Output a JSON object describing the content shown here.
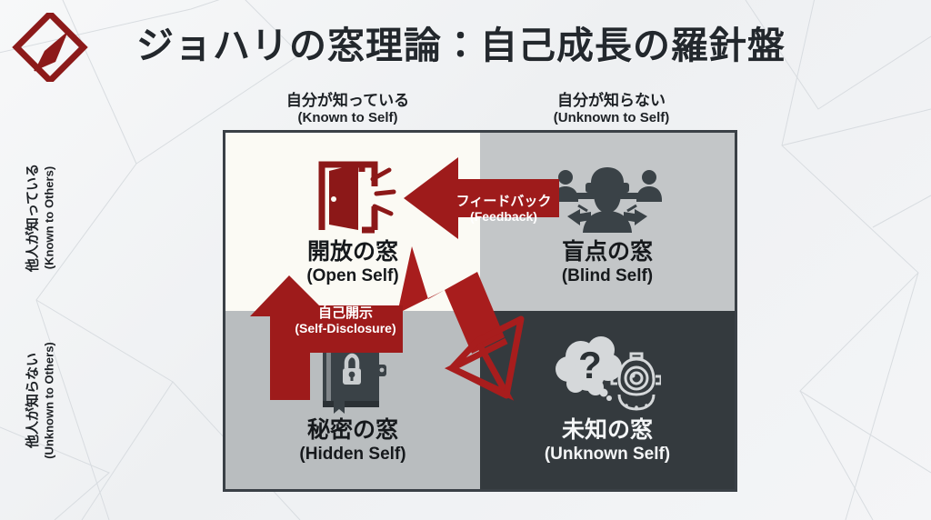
{
  "slide": {
    "title": "ジョハリの窓理論：自己成長の羅針盤",
    "logo_icon": "diamond-pen-logo-icon",
    "accent_color": "#a01c1c",
    "accent_dark_color": "#8c1818",
    "title_color": "#23282d",
    "background_color": "#f2f4f6"
  },
  "axes": {
    "columns": [
      {
        "jp": "自分が知っている",
        "en": "(Known to Self)"
      },
      {
        "jp": "自分が知らない",
        "en": "(Unknown to Self)"
      }
    ],
    "rows": [
      {
        "jp": "他人が知っている",
        "en": "(Known to Others)"
      },
      {
        "jp": "他人が知らない",
        "en": "(Unknown to Others)"
      }
    ]
  },
  "quadrants": [
    {
      "key": "open",
      "jp": "開放の窓",
      "en": "(Open Self)",
      "icon": "open-door-icon",
      "background_color": "#fbfaf4",
      "text_color": "#16191c"
    },
    {
      "key": "blind",
      "jp": "盲点の窓",
      "en": "(Blind Self)",
      "icon": "blindfolded-person-pointed-at-icon",
      "background_color": "#c3c6c8",
      "text_color": "#16191c"
    },
    {
      "key": "hidden",
      "jp": "秘密の窓",
      "en": "(Hidden Self)",
      "icon": "locked-diary-icon",
      "background_color": "#b9bdbf",
      "text_color": "#16191c"
    },
    {
      "key": "unknown",
      "jp": "未知の窓",
      "en": "(Unknown Self)",
      "icon": "question-cloud-diving-helmet-icon",
      "background_color": "#343a3e",
      "text_color": "#f4f6f7"
    }
  ],
  "arrows": [
    {
      "key": "feedback",
      "jp": "フィードバック",
      "en": "(Feedback)",
      "direction": "left",
      "icon": "left-arrow-icon",
      "color": "#9e1b1b"
    },
    {
      "key": "self_disclosure",
      "jp": "自己開示",
      "en": "(Self-Disclosure)",
      "direction": "up",
      "icon": "up-arrow-icon",
      "color": "#9e1b1b"
    },
    {
      "key": "growth_diagonal",
      "jp": "",
      "en": "",
      "direction": "diagonal",
      "icon": "diagonal-double-arrow-icon",
      "color": "#a81d1d"
    }
  ]
}
